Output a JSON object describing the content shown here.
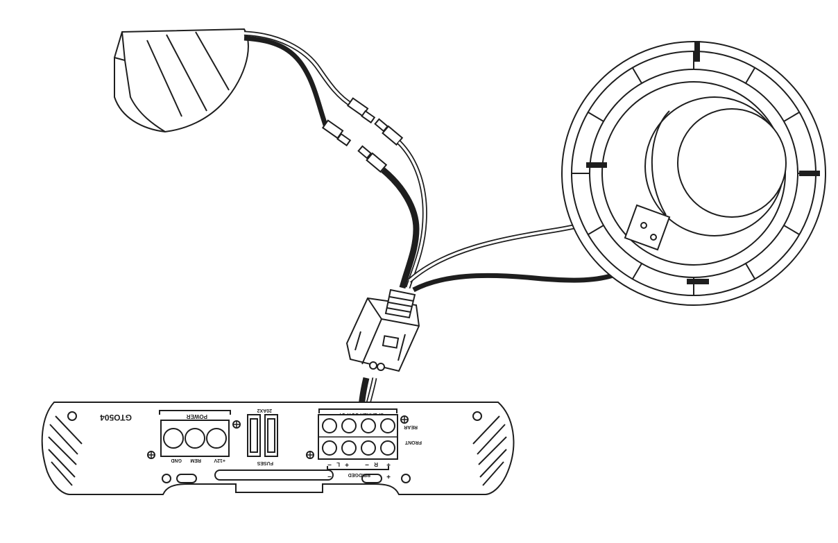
{
  "amplifier": {
    "model": "GTO504",
    "power_header": "POWER",
    "power_terminals": [
      "GND",
      "REM",
      "+12V"
    ],
    "fuse_rating": "20AX2",
    "fuse_label": "FUSES",
    "speaker_output_header": "SPEAKER OUTPUT",
    "row_labels": {
      "rear": "REAR",
      "front": "FRONT"
    },
    "output_polarity": [
      "−",
      "+",
      "L",
      "−",
      "R",
      "+"
    ],
    "bridged_label": "BRIDGED",
    "bridged_minus": "−",
    "bridged_plus": "+"
  },
  "colors": {
    "line": "#1e1e1e",
    "background": "#ffffff"
  }
}
